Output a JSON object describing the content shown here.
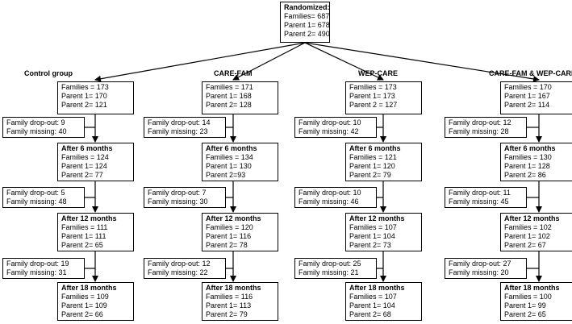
{
  "randomized": {
    "title": "Randomized:",
    "lines": [
      "Families=  687",
      "Parent 1=  678",
      "Parent 2= 490"
    ]
  },
  "groups": [
    {
      "name": "Control group",
      "baseline": [
        "Families = 173",
        "Parent 1= 170",
        "Parent 2= 121"
      ],
      "dropout1": [
        "Family drop-out: 9",
        "Family missing: 40"
      ],
      "m6": {
        "title": "After 6 months",
        "lines": [
          "Families = 124",
          "Parent 1= 124",
          "Parent 2= 77"
        ]
      },
      "dropout2": [
        "Family drop-out: 5",
        "Family missing: 48"
      ],
      "m12": {
        "title": "After 12 months",
        "lines": [
          "Families = 111",
          "Parent 1= 111",
          "Parent 2= 65"
        ]
      },
      "dropout3": [
        "Family drop-out: 19",
        "Family missing: 31"
      ],
      "m18": {
        "title": "After 18 months",
        "lines": [
          "Families = 109",
          "Parent 1= 109",
          "Parent 2= 66"
        ]
      }
    },
    {
      "name": "CARE-FAM",
      "baseline": [
        "Families =  171",
        "Parent 1= 168",
        "Parent 2= 128"
      ],
      "dropout1": [
        "Family drop-out: 14",
        "Family missing: 23"
      ],
      "m6": {
        "title": "After 6 months",
        "lines": [
          "Families = 134",
          "Parent 1= 130",
          "Parent 2=93"
        ]
      },
      "dropout2": [
        "Family drop-out: 7",
        "Family missing: 30"
      ],
      "m12": {
        "title": "After 12 months",
        "lines": [
          "Families =  120",
          "Parent 1= 116",
          "Parent 2= 78"
        ]
      },
      "dropout3": [
        "Family drop-out: 12",
        "Family missing: 22"
      ],
      "m18": {
        "title": "After 18 months",
        "lines": [
          "Families = 116",
          "Parent 1= 113",
          "Parent 2= 79"
        ]
      }
    },
    {
      "name": "WEP-CARE",
      "baseline": [
        "Families =  173",
        "Parent 1=  173",
        "Parent 2 = 127"
      ],
      "dropout1": [
        "Family drop-out: 10",
        "Family missing: 42"
      ],
      "m6": {
        "title": "After 6 months",
        "lines": [
          "Families = 121",
          "Parent 1= 120",
          "Parent 2= 79"
        ]
      },
      "dropout2": [
        "Family drop-out: 10",
        "Family missing: 46"
      ],
      "m12": {
        "title": "After 12 months",
        "lines": [
          "Families = 107",
          "Parent 1= 104",
          "Parent 2= 73"
        ]
      },
      "dropout3": [
        "Family drop-out: 25",
        "Family missing: 21"
      ],
      "m18": {
        "title": "After 18 months",
        "lines": [
          "Families = 107",
          "Parent 1= 104",
          "Parent 2= 68"
        ]
      }
    },
    {
      "name": "CARE-FAM & WEP-CARE",
      "baseline": [
        "Families = 170",
        "Parent 1= 167",
        "Parent 2= 114"
      ],
      "dropout1": [
        "Family drop-out: 12",
        "Family missing: 28"
      ],
      "m6": {
        "title": "After 6 months",
        "lines": [
          "Families = 130",
          "Parent 1= 128",
          "Parent 2= 86"
        ]
      },
      "dropout2": [
        "Family drop-out: 11",
        "Family missing: 45"
      ],
      "m12": {
        "title": "After 12 months",
        "lines": [
          "Families = 102",
          "Parent 1= 102",
          "Parent 2= 67"
        ]
      },
      "dropout3": [
        "Family drop-out: 27",
        "Family missing: 20"
      ],
      "m18": {
        "title": "After 18 months",
        "lines": [
          "Families = 100",
          "Parent 1= 99",
          "Parent 2= 65"
        ]
      }
    }
  ]
}
